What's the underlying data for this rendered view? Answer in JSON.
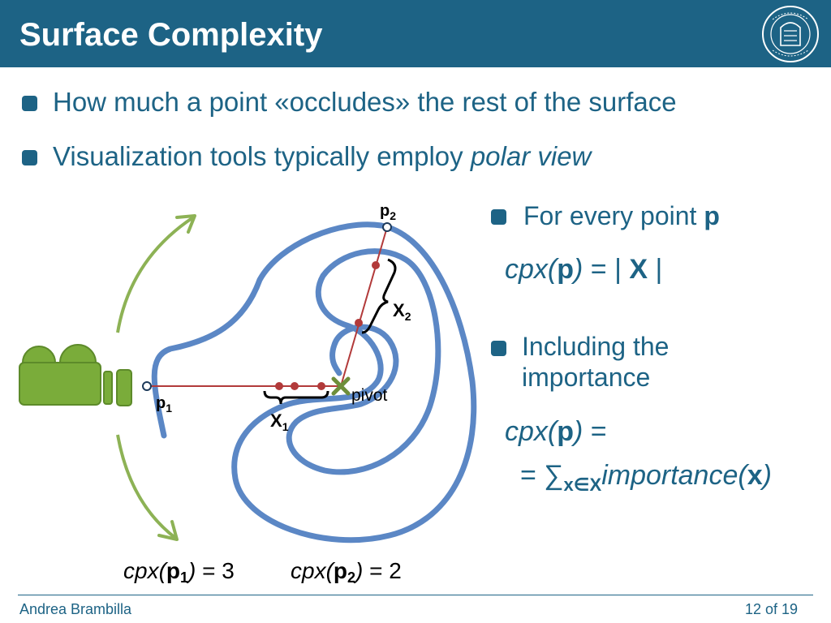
{
  "header": {
    "title": "Surface Complexity"
  },
  "bullets": [
    {
      "text": "How much a point «occludes» the rest of the surface"
    },
    {
      "text": "Visualization tools typically employ ",
      "emphasis": "polar view"
    }
  ],
  "right_panel": {
    "bullet1": {
      "text": "For every point ",
      "bold": "p"
    },
    "formula1": {
      "func": "cpx(",
      "arg": "p",
      "close": ")",
      "rhs": " = | ",
      "set": "X",
      "end": " |"
    },
    "bullet2": {
      "line1": "Including the",
      "line2": "importance"
    },
    "formula2": {
      "func": "cpx(",
      "arg": "p",
      "close": ")",
      "rhs": " =",
      "line2_prefix": "= ∑",
      "sub": "x∈X",
      "term": "importance(",
      "term_arg": "x",
      "term_close": ")"
    }
  },
  "diagram": {
    "labels": {
      "p1": "p",
      "p1_sub": "1",
      "p2": "p",
      "p2_sub": "2",
      "x1": "X",
      "x1_sub": "1",
      "x2": "X",
      "x2_sub": "2",
      "pivot": "pivot"
    },
    "colors": {
      "surface": "#5b87c5",
      "ray": "#b23a3a",
      "arrow": "#8db255",
      "camera": "#7aac3a",
      "pivot": "#6e8e3a"
    }
  },
  "captions": [
    {
      "func": "cpx(",
      "arg": "p",
      "sub": "1",
      "close": ")",
      "value": " = 3"
    },
    {
      "func": "cpx(",
      "arg": "p",
      "sub": "2",
      "close": ")",
      "value": " = 2"
    }
  ],
  "footer": {
    "author": "Andrea Brambilla",
    "page": "12 of 19"
  }
}
